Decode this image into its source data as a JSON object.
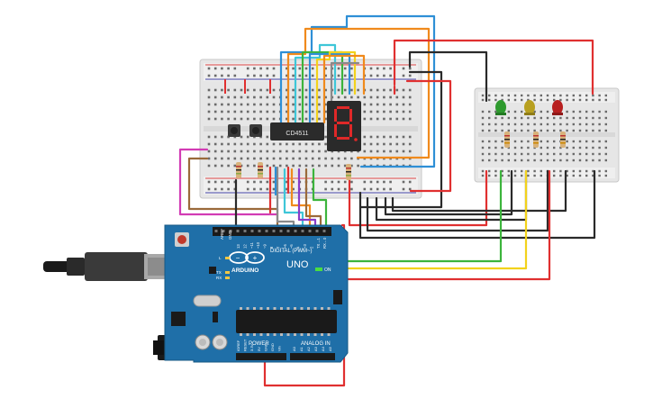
{
  "chip": {
    "label": "CD4511"
  },
  "arduino": {
    "logo_text": "ARDUINO",
    "model_text": "UNO",
    "on_label": "ON",
    "digital_label": "DIGITAL (PWM~)",
    "power_label": "POWER",
    "analog_label": "ANALOG IN",
    "tx_label": "TX",
    "rx_label": "RX",
    "l_label": "L",
    "aref_label": "AREF",
    "gnd_label": "GND",
    "pin_labels_top": [
      "13",
      "12",
      "~11",
      "~10",
      "~9",
      "8",
      "7",
      "~6",
      "~5",
      "4",
      "~3",
      "2",
      "TX→1",
      "RX←0"
    ],
    "power_pins": [
      "IOREF",
      "RESET",
      "3.3V",
      "5V",
      "GND",
      "GND",
      "Vin"
    ],
    "analog_pins": [
      "A0",
      "A1",
      "A2",
      "A3",
      "A4",
      "A5"
    ]
  },
  "colors": {
    "wire_red": "#e03030",
    "wire_black": "#2a2a2a",
    "wire_orange": "#f08a1c",
    "wire_yellow": "#f2d21c",
    "wire_green": "#3cb43c",
    "wire_blue": "#2e8fd6",
    "wire_cyan": "#3ec6d8",
    "wire_purple": "#8a3cc8",
    "wire_brown": "#9a6a3a",
    "wire_magenta": "#d23cb4",
    "wire_gray": "#8a8a8a",
    "board_blue": "#1f6fa8",
    "breadboard": "#e8e8e8",
    "led_green": "#2e9a2e",
    "led_yellow": "#b8a020",
    "led_red": "#b82020",
    "segment_red": "#e02828"
  },
  "icons": [
    "usb-plug-icon",
    "power-jack-icon",
    "reset-button-icon",
    "push-button-icon",
    "led-icon",
    "resistor-icon",
    "seven-segment-icon"
  ]
}
